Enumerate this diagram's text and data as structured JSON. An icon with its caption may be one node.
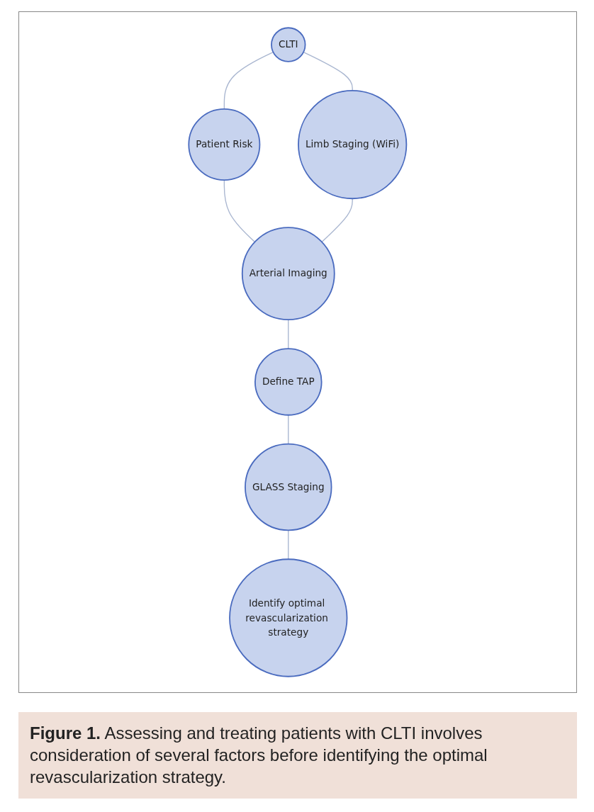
{
  "diagram": {
    "caption": "**Figure 1.** Assessing and treating patients with CLTI involves consideration of several factors before identifying the optimal revascularization strategy.",
    "nodes": [
      {
        "text": [
          "CLTI"
        ]
      },
      {
        "text": [
          "Patient Risk"
        ]
      },
      {
        "text": [
          "Limb Staging (WiFi)"
        ]
      },
      {
        "text": [
          "Arterial Imaging"
        ]
      },
      {
        "text": [
          "Define TAP"
        ]
      },
      {
        "text": [
          "GLASS Staging"
        ]
      },
      {
        "text": [
          "Identify optimal revascularization strategy"
        ]
      }
    ],
    "edges": [
      {
        "from": 0,
        "to": 1,
        "arrow": "none"
      },
      {
        "from": 0,
        "to": 2,
        "arrow": "none"
      },
      {
        "from": 1,
        "to": 3,
        "arrow": "none"
      },
      {
        "from": 2,
        "to": 3,
        "arrow": "none"
      },
      {
        "from": 3,
        "to": 4,
        "arrow": "none"
      },
      {
        "from": 4,
        "to": 5,
        "arrow": "none"
      },
      {
        "from": 5,
        "to": 6,
        "arrow": "none"
      }
    ]
  }
}
